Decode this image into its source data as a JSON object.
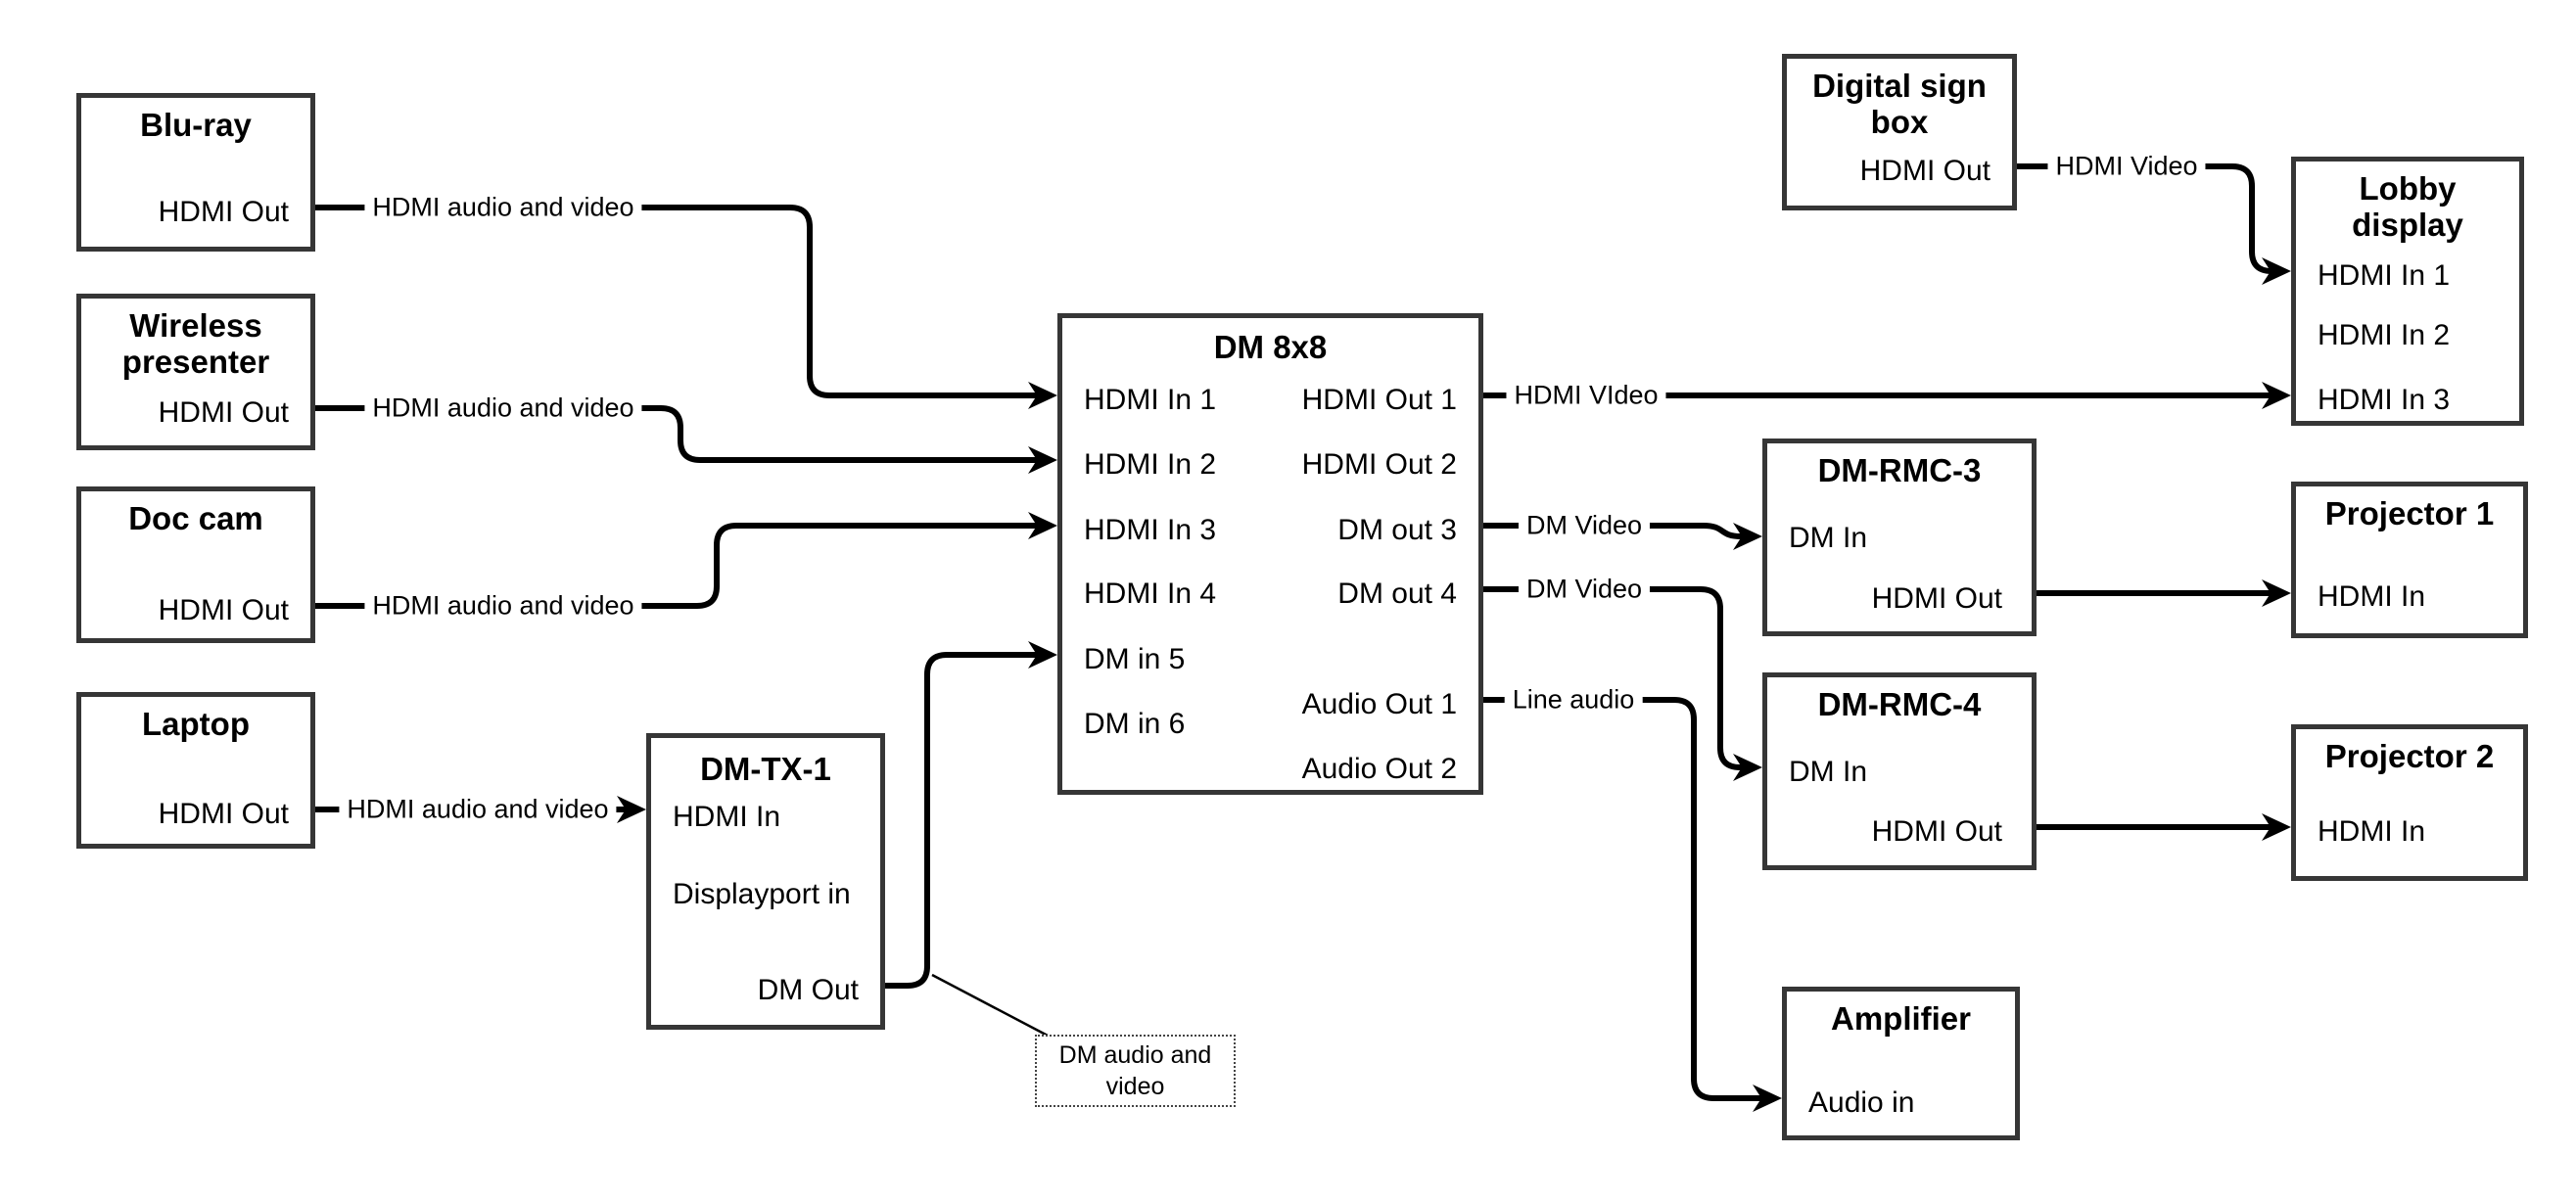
{
  "diagram": {
    "colors": {
      "background": "#ffffff",
      "box_border": "#363636",
      "line": "#000000"
    },
    "nodes": {
      "bluray": {
        "title": "Blu-ray",
        "ports": {
          "out": "HDMI Out"
        }
      },
      "wireless": {
        "title": "Wireless presenter",
        "ports": {
          "out": "HDMI Out"
        }
      },
      "doccam": {
        "title": "Doc cam",
        "ports": {
          "out": "HDMI Out"
        }
      },
      "laptop": {
        "title": "Laptop",
        "ports": {
          "out": "HDMI Out"
        }
      },
      "dmtx1": {
        "title": "DM-TX-1",
        "ports": {
          "hdmi_in": "HDMI In",
          "dp_in": "Displayport in",
          "dm_out": "DM Out"
        }
      },
      "dm8x8": {
        "title": "DM 8x8",
        "ports": {
          "in1": "HDMI In 1",
          "in2": "HDMI In 2",
          "in3": "HDMI In 3",
          "in4": "HDMI In 4",
          "in5": "DM in 5",
          "in6": "DM in 6",
          "out1": "HDMI Out 1",
          "out2": "HDMI Out 2",
          "out3": "DM out 3",
          "out4": "DM out 4",
          "aout1": "Audio Out 1",
          "aout2": "Audio Out 2"
        }
      },
      "digital_sign": {
        "title": "Digital sign box",
        "ports": {
          "out": "HDMI Out"
        }
      },
      "lobby": {
        "title": "Lobby display",
        "ports": {
          "in1": "HDMI In 1",
          "in2": "HDMI In 2",
          "in3": "HDMI In 3"
        }
      },
      "dmrmc3": {
        "title": "DM-RMC-3",
        "ports": {
          "dm_in": "DM In",
          "hdmi_out": "HDMI Out"
        }
      },
      "proj1": {
        "title": "Projector 1",
        "ports": {
          "in": "HDMI In"
        }
      },
      "dmrmc4": {
        "title": "DM-RMC-4",
        "ports": {
          "dm_in": "DM In",
          "hdmi_out": "HDMI Out"
        }
      },
      "proj2": {
        "title": "Projector 2",
        "ports": {
          "in": "HDMI In"
        }
      },
      "amp": {
        "title": "Amplifier",
        "ports": {
          "in": "Audio in"
        }
      }
    },
    "connections": [
      {
        "from": "Blu-ray HDMI Out",
        "to": "DM 8x8 HDMI In 1",
        "label": "HDMI audio and video"
      },
      {
        "from": "Wireless presenter HDMI Out",
        "to": "DM 8x8 HDMI In 2",
        "label": "HDMI audio and video"
      },
      {
        "from": "Doc cam HDMI Out",
        "to": "DM 8x8 HDMI In 3",
        "label": "HDMI audio and video"
      },
      {
        "from": "Laptop HDMI Out",
        "to": "DM-TX-1 HDMI In",
        "label": "HDMI audio and video"
      },
      {
        "from": "DM-TX-1 DM Out",
        "to": "DM 8x8 DM in 5",
        "label": ""
      },
      {
        "from": "DM 8x8 HDMI Out 1",
        "to": "Lobby display HDMI In 3",
        "label": "HDMI VIdeo"
      },
      {
        "from": "DM 8x8 DM out 3",
        "to": "DM-RMC-3 DM In",
        "label": "DM Video"
      },
      {
        "from": "DM 8x8 DM out 4",
        "to": "DM-RMC-4 DM In",
        "label": "DM Video"
      },
      {
        "from": "DM 8x8 Audio Out 1",
        "to": "Amplifier Audio in",
        "label": "Line audio"
      },
      {
        "from": "DM-RMC-3 HDMI Out",
        "to": "Projector 1 HDMI In",
        "label": ""
      },
      {
        "from": "DM-RMC-4 HDMI Out",
        "to": "Projector 2 HDMI In",
        "label": ""
      },
      {
        "from": "Digital sign box HDMI Out",
        "to": "Lobby display HDMI In 1",
        "label": "HDMI Video"
      }
    ],
    "callout": {
      "text": "DM audio and video"
    }
  }
}
